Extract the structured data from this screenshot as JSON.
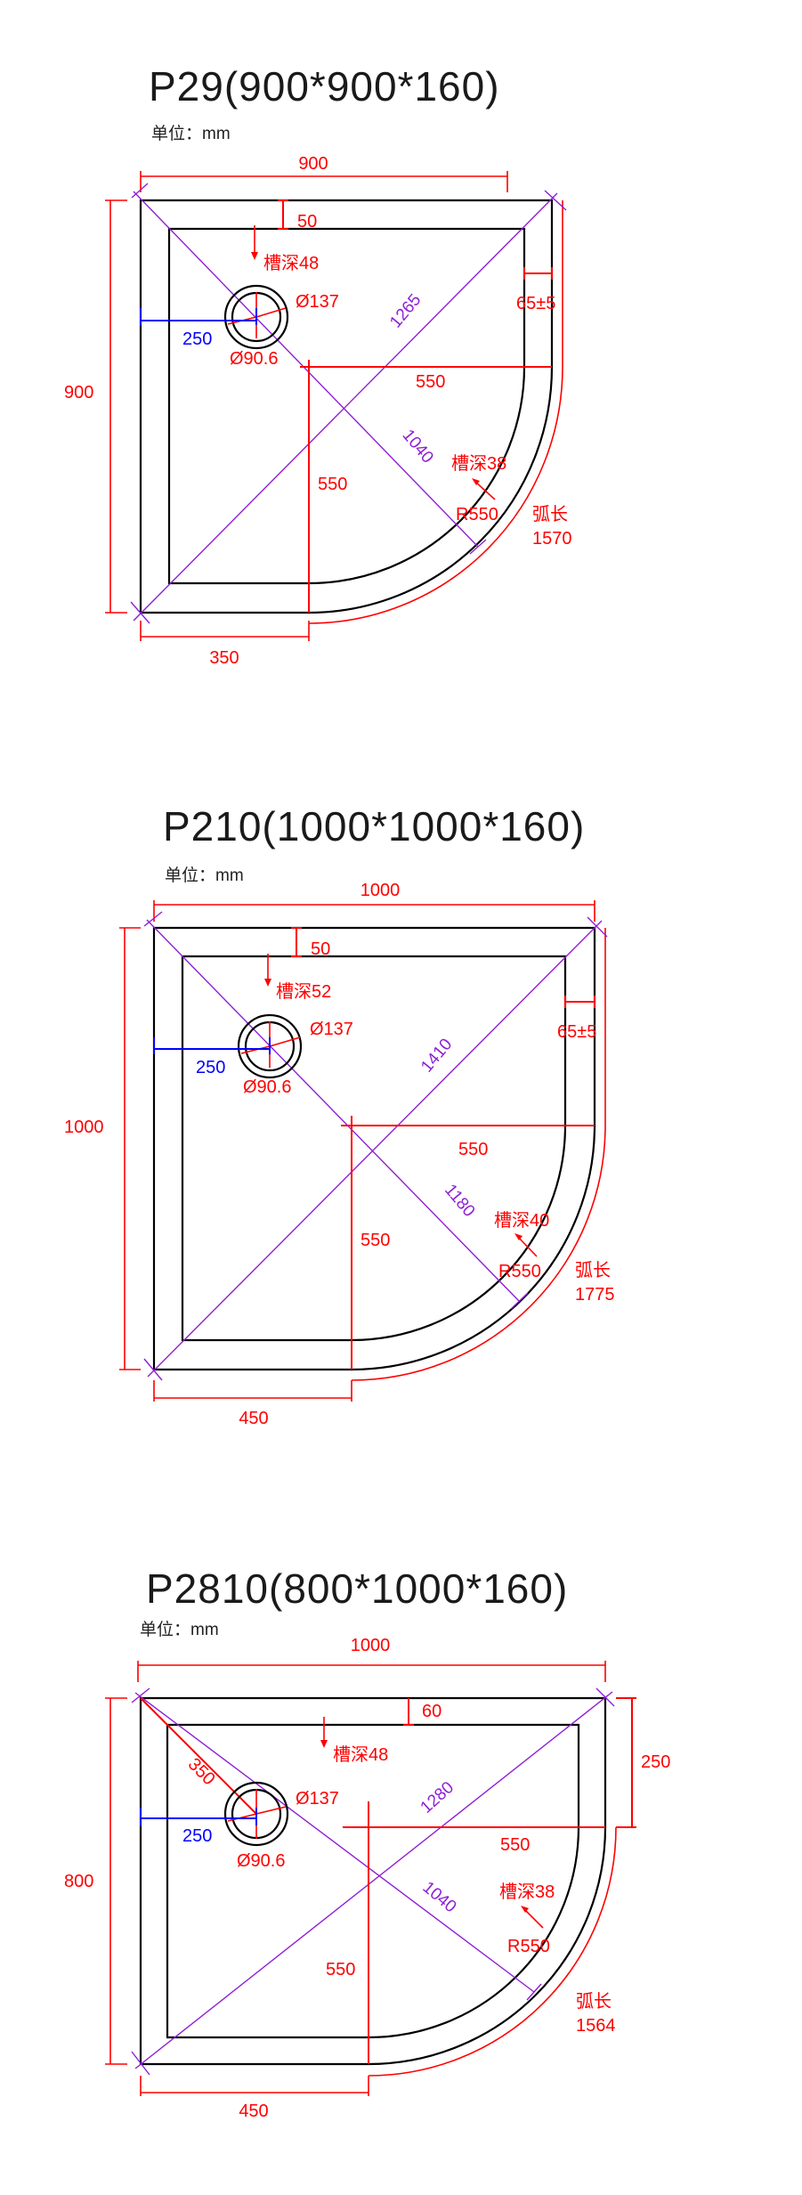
{
  "colors": {
    "dimension": "#ff0000",
    "diagonal": "#8e1fd6",
    "drain_offset": "#0000ff",
    "outline": "#000000"
  },
  "diagrams": [
    {
      "title": "P29(900*900*160)",
      "unit": "单位：mm",
      "width": "900",
      "height": "900",
      "rim": "50",
      "groove_top": "槽深48",
      "drain_outer": "Ø137",
      "drain_inner": "Ø90.6",
      "drain_offset": "250",
      "side_rim": "65±5",
      "diag_long": "1265",
      "diag_short": "1040",
      "radius_h": "550",
      "radius_v": "550",
      "groove_arc": "槽深38",
      "radius": "R550",
      "arc_label": "弧长",
      "arc_length": "1570",
      "bottom": "350"
    },
    {
      "title": "P210(1000*1000*160)",
      "unit": "单位：mm",
      "width": "1000",
      "height": "1000",
      "rim": "50",
      "groove_top": "槽深52",
      "drain_outer": "Ø137",
      "drain_inner": "Ø90.6",
      "drain_offset": "250",
      "side_rim": "65±5",
      "diag_long": "1410",
      "diag_short": "1180",
      "radius_h": "550",
      "radius_v": "550",
      "groove_arc": "槽深40",
      "radius": "R550",
      "arc_label": "弧长",
      "arc_length": "1775",
      "bottom": "450"
    },
    {
      "title": "P2810(800*1000*160)",
      "unit": "单位：mm",
      "width": "1000",
      "height": "800",
      "rim": "60",
      "groove_top": "槽深48",
      "drain_outer": "Ø137",
      "drain_inner": "Ø90.6",
      "drain_offset": "250",
      "drain_diag": "350",
      "side_straight": "250",
      "diag_long": "1280",
      "diag_short": "1040",
      "radius_h": "550",
      "radius_v": "550",
      "groove_arc": "槽深38",
      "radius": "R550",
      "arc_label": "弧长",
      "arc_length": "1564",
      "bottom": "450"
    }
  ]
}
